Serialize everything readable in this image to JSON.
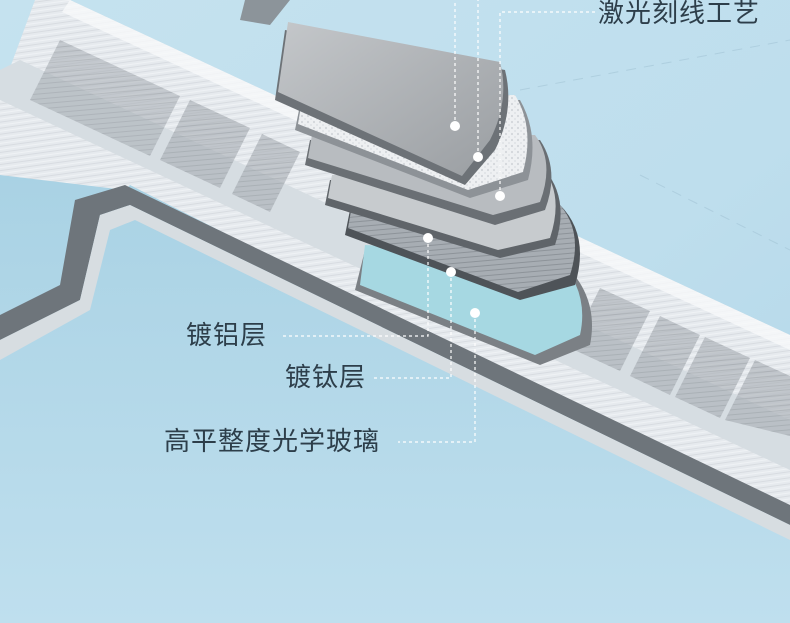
{
  "labels": {
    "laser": "激光刻线工艺",
    "aluminum": "镀铝层",
    "titanium": "镀钛层",
    "glass": "高平整度光学玻璃"
  },
  "colors": {
    "background": "#bcdcec",
    "frame": "#e9edf0",
    "glass_layer": "#a6d8e2",
    "label_text": "#2d3e4a"
  }
}
